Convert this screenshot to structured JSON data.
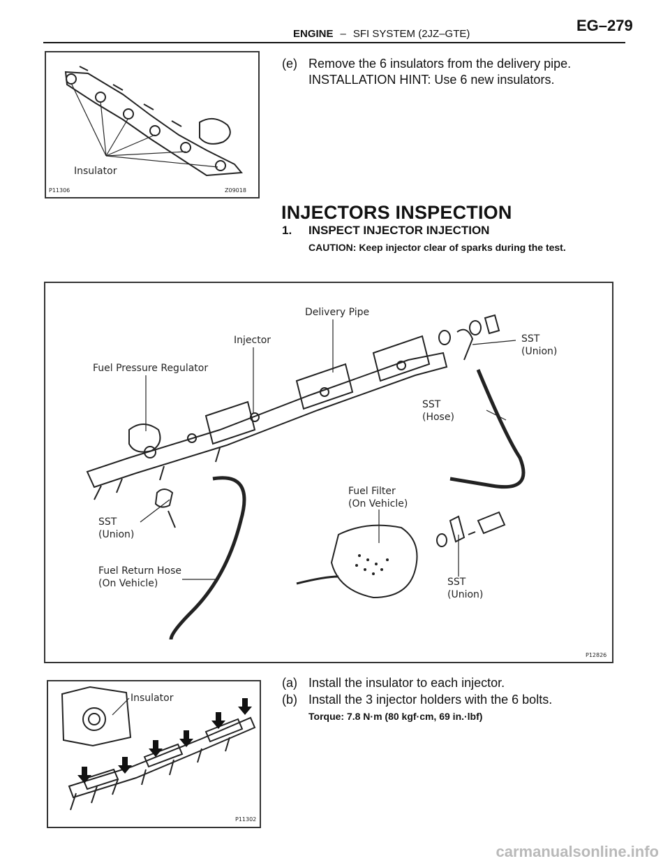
{
  "header": {
    "section_bold": "ENGINE",
    "separator": "–",
    "section_sub": "SFI SYSTEM (2JZ–GTE)",
    "page": "EG–279"
  },
  "figure1": {
    "callout": "Insulator",
    "code_left": "P11306",
    "code_right": "Z09018"
  },
  "step_e": {
    "label": "(e)",
    "text": "Remove the 6 insulators from the delivery pipe.",
    "hint": "INSTALLATION HINT: Use 6 new insulators."
  },
  "section": {
    "title": "INJECTORS INSPECTION",
    "step1_label": "1.",
    "step1_text": "INSPECT INJECTOR INJECTION",
    "caution": "CAUTION: Keep injector clear of sparks during the test."
  },
  "figure2": {
    "delivery_pipe": "Delivery Pipe",
    "injector": "Injector",
    "fuel_pressure_regulator": "Fuel Pressure Regulator",
    "sst_union_top_1": "SST",
    "sst_union_top_2": "(Union)",
    "sst_hose_1": "SST",
    "sst_hose_2": "(Hose)",
    "fuel_filter_1": "Fuel Filter",
    "fuel_filter_2": "(On Vehicle)",
    "sst_union_left_1": "SST",
    "sst_union_left_2": "(Union)",
    "fuel_return_1": "Fuel Return Hose",
    "fuel_return_2": "(On Vehicle)",
    "sst_union_bottom_1": "SST",
    "sst_union_bottom_2": "(Union)",
    "code": "P12826"
  },
  "step_a": {
    "label": "(a)",
    "text": "Install the insulator to each injector."
  },
  "step_b": {
    "label": "(b)",
    "text": "Install the 3 injector holders with the 6 bolts.",
    "torque": "Torque: 7.8 N·m (80 kgf·cm, 69 in.·lbf)"
  },
  "figure3": {
    "callout": "Insulator",
    "code": "P11302"
  },
  "watermark": "carmanualsonline.info"
}
